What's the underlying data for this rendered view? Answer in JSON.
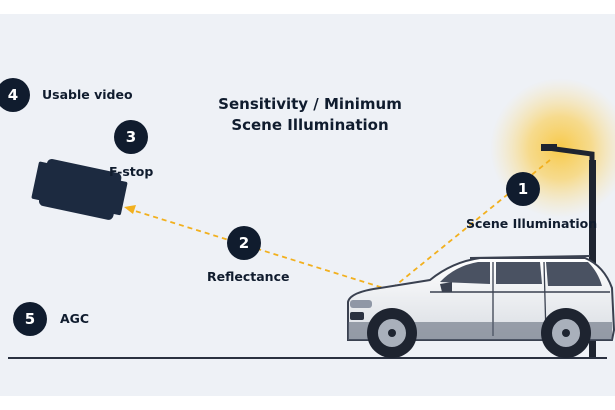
{
  "title_line1": "Sensitivity / Minimum",
  "title_line2": "Scene Illumination",
  "labels": {
    "usable_video": "Usable video",
    "f_stop": "F-stop",
    "reflectance": "Reflectance",
    "scene_illumination": "Scene Illumination",
    "agc": "AGC"
  },
  "badges": {
    "scene_illumination": "1",
    "reflectance": "2",
    "f_stop": "3",
    "usable_video": "4",
    "agc": "5"
  },
  "colors": {
    "navy": "#101c2e",
    "dashed_path": "#f2b01e",
    "lamp_glow": "#f7c948",
    "background_panel": "#eef1f6"
  }
}
